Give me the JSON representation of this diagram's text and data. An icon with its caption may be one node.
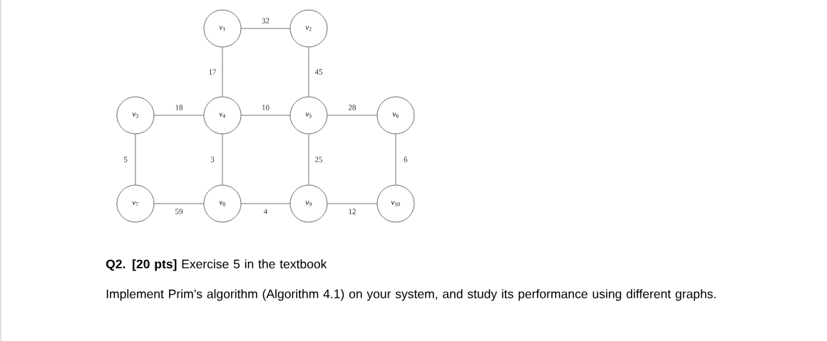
{
  "diagram": {
    "nodes": [
      {
        "text": [
          "*v*$_{1}$"
        ]
      },
      {
        "text": [
          "*v*$_{2}$"
        ]
      },
      {
        "text": [
          "*v*$_{3}$"
        ]
      },
      {
        "text": [
          "*v*$_{4}$"
        ]
      },
      {
        "text": [
          "*v*$_{5}$"
        ]
      },
      {
        "text": [
          "*v*$_{6}$"
        ]
      },
      {
        "text": [
          "*v*$_{7}$"
        ]
      },
      {
        "text": [
          "*v*$_{8}$"
        ]
      },
      {
        "text": [
          "*v*$_{9}$"
        ]
      },
      {
        "text": [
          "*v*$_{10}$"
        ]
      }
    ],
    "edges": [
      {
        "from": 0,
        "to": 1,
        "arrow": "none",
        "label": "32"
      },
      {
        "from": 0,
        "to": 3,
        "arrow": "none",
        "label": "17"
      },
      {
        "from": 1,
        "to": 4,
        "arrow": "none",
        "label": "45"
      },
      {
        "from": 2,
        "to": 3,
        "arrow": "none",
        "label": "18"
      },
      {
        "from": 3,
        "to": 4,
        "arrow": "none",
        "label": "10"
      },
      {
        "from": 4,
        "to": 5,
        "arrow": "none",
        "label": "28"
      },
      {
        "from": 2,
        "to": 6,
        "arrow": "none",
        "label": "5"
      },
      {
        "from": 3,
        "to": 7,
        "arrow": "none",
        "label": "3"
      },
      {
        "from": 4,
        "to": 8,
        "arrow": "none",
        "label": "25"
      },
      {
        "from": 5,
        "to": 9,
        "arrow": "none",
        "label": "6"
      },
      {
        "from": 6,
        "to": 7,
        "arrow": "none",
        "label": "59"
      },
      {
        "from": 7,
        "to": 8,
        "arrow": "none",
        "label": "4"
      },
      {
        "from": 8,
        "to": 9,
        "arrow": "none",
        "label": "12"
      }
    ],
    "labels": [
      "**Q2. [20 pts]** Exercise 5 in the textbook",
      "Implement Prim’s algorithm (Algorithm 4.1) on your system, and study its performance using different graphs."
    ]
  }
}
